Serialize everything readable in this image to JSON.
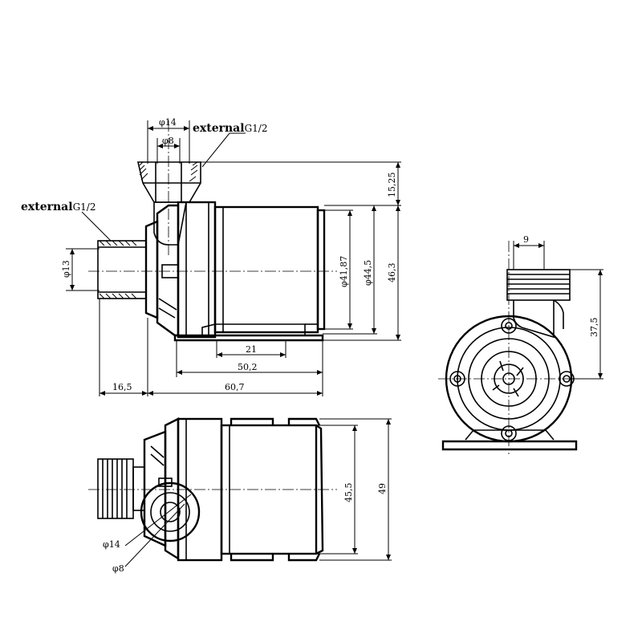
{
  "labels": {
    "external_top": {
      "bold": "external",
      "thread": "G1/2"
    },
    "external_left": {
      "bold": "external",
      "thread": "G1/2"
    }
  },
  "dimensions": {
    "outlet_outer_dia": "φ14",
    "outlet_inner_dia": "φ8",
    "inlet_dia": "φ13",
    "outlet_height": "15,25",
    "body_dia_small": "φ41,87",
    "body_dia_large": "φ44,5",
    "body_height": "46,3",
    "base_width_small": "21",
    "base_width": "50,2",
    "inlet_length": "16,5",
    "body_length": "60,7",
    "side_outlet_width": "9",
    "side_outlet_height": "37,5",
    "bottom_height_inner": "45,5",
    "bottom_height_outer": "49",
    "bottom_outlet_outer_dia": "φ14",
    "bottom_outlet_inner_dia": "φ8"
  }
}
